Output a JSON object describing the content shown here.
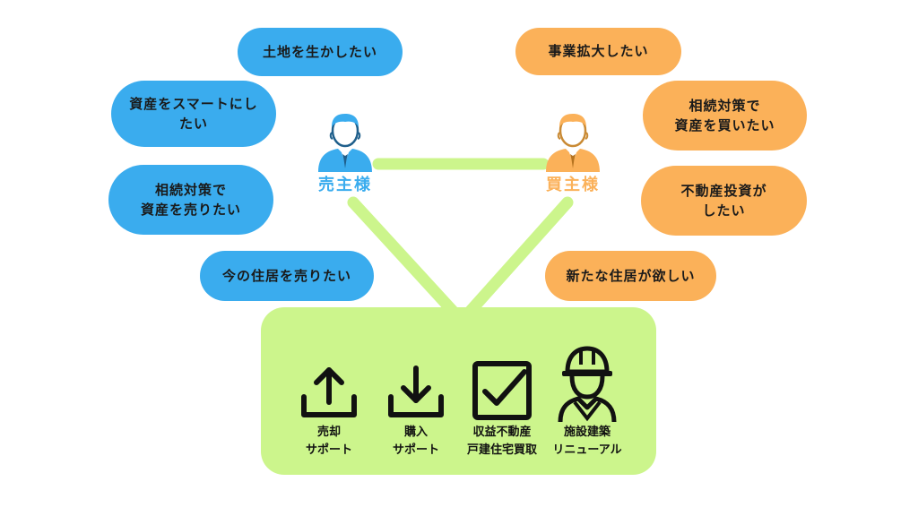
{
  "seller": {
    "label": "売主様",
    "color": "#3aacee",
    "wishes": [
      "土地を生かしたい",
      "資産をスマートにし\nたい",
      "相続対策で\n資産を売りたい",
      "今の住居を売りたい"
    ]
  },
  "buyer": {
    "label": "買主様",
    "color": "#fbb159",
    "wishes": [
      "事業拡大したい",
      "相続対策で\n資産を買いたい",
      "不動産投資が\nしたい",
      "新たな住居が欲しい"
    ]
  },
  "connector_color": "#ccf58c",
  "services": [
    {
      "icon": "upload-icon",
      "label": "売却\nサポート"
    },
    {
      "icon": "download-icon",
      "label": "購入\nサポート"
    },
    {
      "icon": "checkbox-icon",
      "label": "収益不動産\n戸建住宅買取"
    },
    {
      "icon": "construction-worker-icon",
      "label": "施設建築\nリニューアル"
    }
  ]
}
